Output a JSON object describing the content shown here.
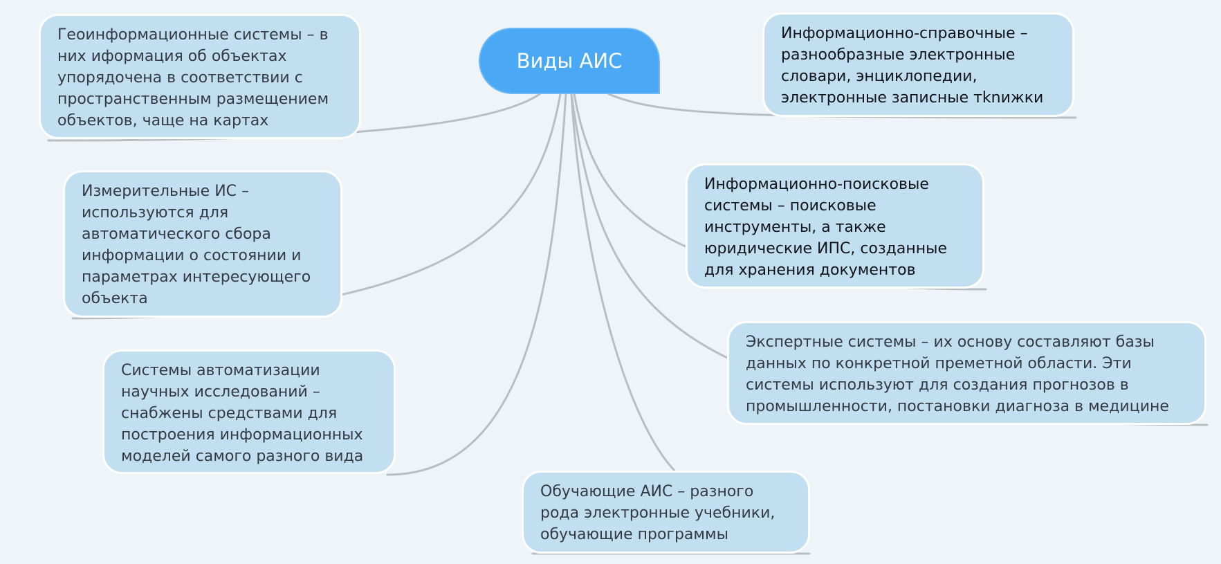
{
  "central": {
    "label": "Виды АИС",
    "color": "#4aa8f5"
  },
  "nodes": [
    {
      "id": "geo",
      "lines": [
        "Геоинформационные системы – в",
        "них иформация об объектах",
        "упорядочена в соответствии с",
        "пространственным размещением",
        "объектов, чаще на картах"
      ]
    },
    {
      "id": "measure",
      "lines": [
        "Измерительные ИС –",
        "используются для",
        "автоматического сбора",
        "информации о состоянии и",
        "параметрах интересующего",
        "объекта"
      ]
    },
    {
      "id": "research",
      "lines": [
        "Системы автоматизации",
        "научных исследований –",
        "снабжены средствами для",
        "построения информационных",
        "моделей самого разного вида"
      ]
    },
    {
      "id": "learning",
      "lines": [
        "Обучающие АИС – разного",
        "рода электронные учебники,",
        "обучающие программы"
      ]
    },
    {
      "id": "reference",
      "lines": [
        "Информационно-справочные –",
        "разнообразные электронные",
        "словари, энциклопедии,",
        "электронные записные тknижки"
      ]
    },
    {
      "id": "search",
      "lines": [
        "Информационно-поисковые",
        "системы – поисковые",
        "инструменты, а также",
        "юридические ИПС, созданные",
        "для хранения документов"
      ]
    },
    {
      "id": "expert",
      "lines": [
        "Экспертные системы – их основу составляют базы",
        "данных по конкретной преметной области. Эти",
        "системы используют для создания прогнозов в",
        "промышленности, постановки диагноза в медицине"
      ]
    }
  ],
  "colors": {
    "node_fill": "#c2dff1",
    "connector": "#b9bec4",
    "background": "#eff4f8"
  }
}
